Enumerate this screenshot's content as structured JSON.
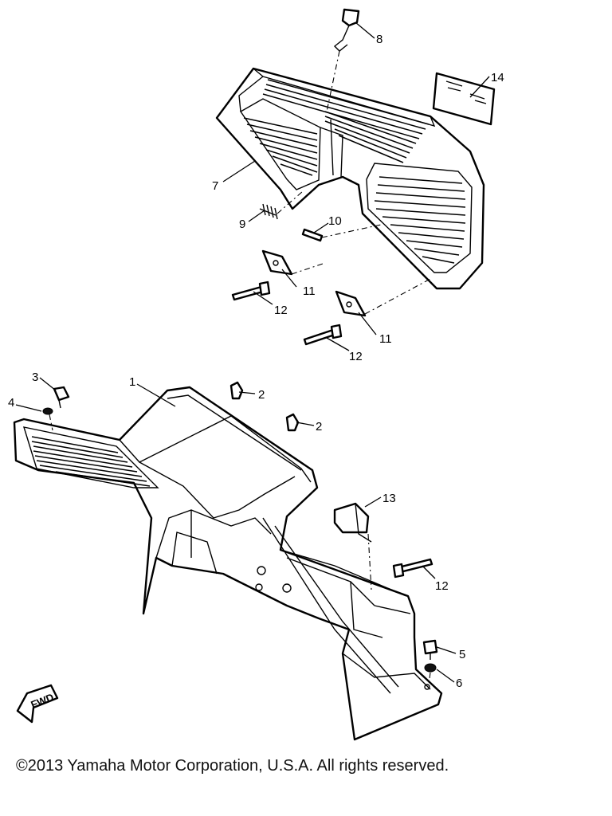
{
  "diagram": {
    "callouts": [
      {
        "id": "c1",
        "text": "1"
      },
      {
        "id": "c2a",
        "text": "2"
      },
      {
        "id": "c2b",
        "text": "2"
      },
      {
        "id": "c3",
        "text": "3"
      },
      {
        "id": "c4",
        "text": "4"
      },
      {
        "id": "c5",
        "text": "5"
      },
      {
        "id": "c6",
        "text": "6"
      },
      {
        "id": "c7",
        "text": "7"
      },
      {
        "id": "c8",
        "text": "8"
      },
      {
        "id": "c9",
        "text": "9"
      },
      {
        "id": "c10",
        "text": "10"
      },
      {
        "id": "c11a",
        "text": "11"
      },
      {
        "id": "c11b",
        "text": "11"
      },
      {
        "id": "c12a",
        "text": "12"
      },
      {
        "id": "c12b",
        "text": "12"
      },
      {
        "id": "c12c",
        "text": "12"
      },
      {
        "id": "c13",
        "text": "13"
      },
      {
        "id": "c14",
        "text": "14"
      }
    ],
    "fwd_label": "FWD"
  },
  "footer": {
    "copyright": "©2013 Yamaha Motor Corporation, U.S.A. All rights reserved."
  }
}
